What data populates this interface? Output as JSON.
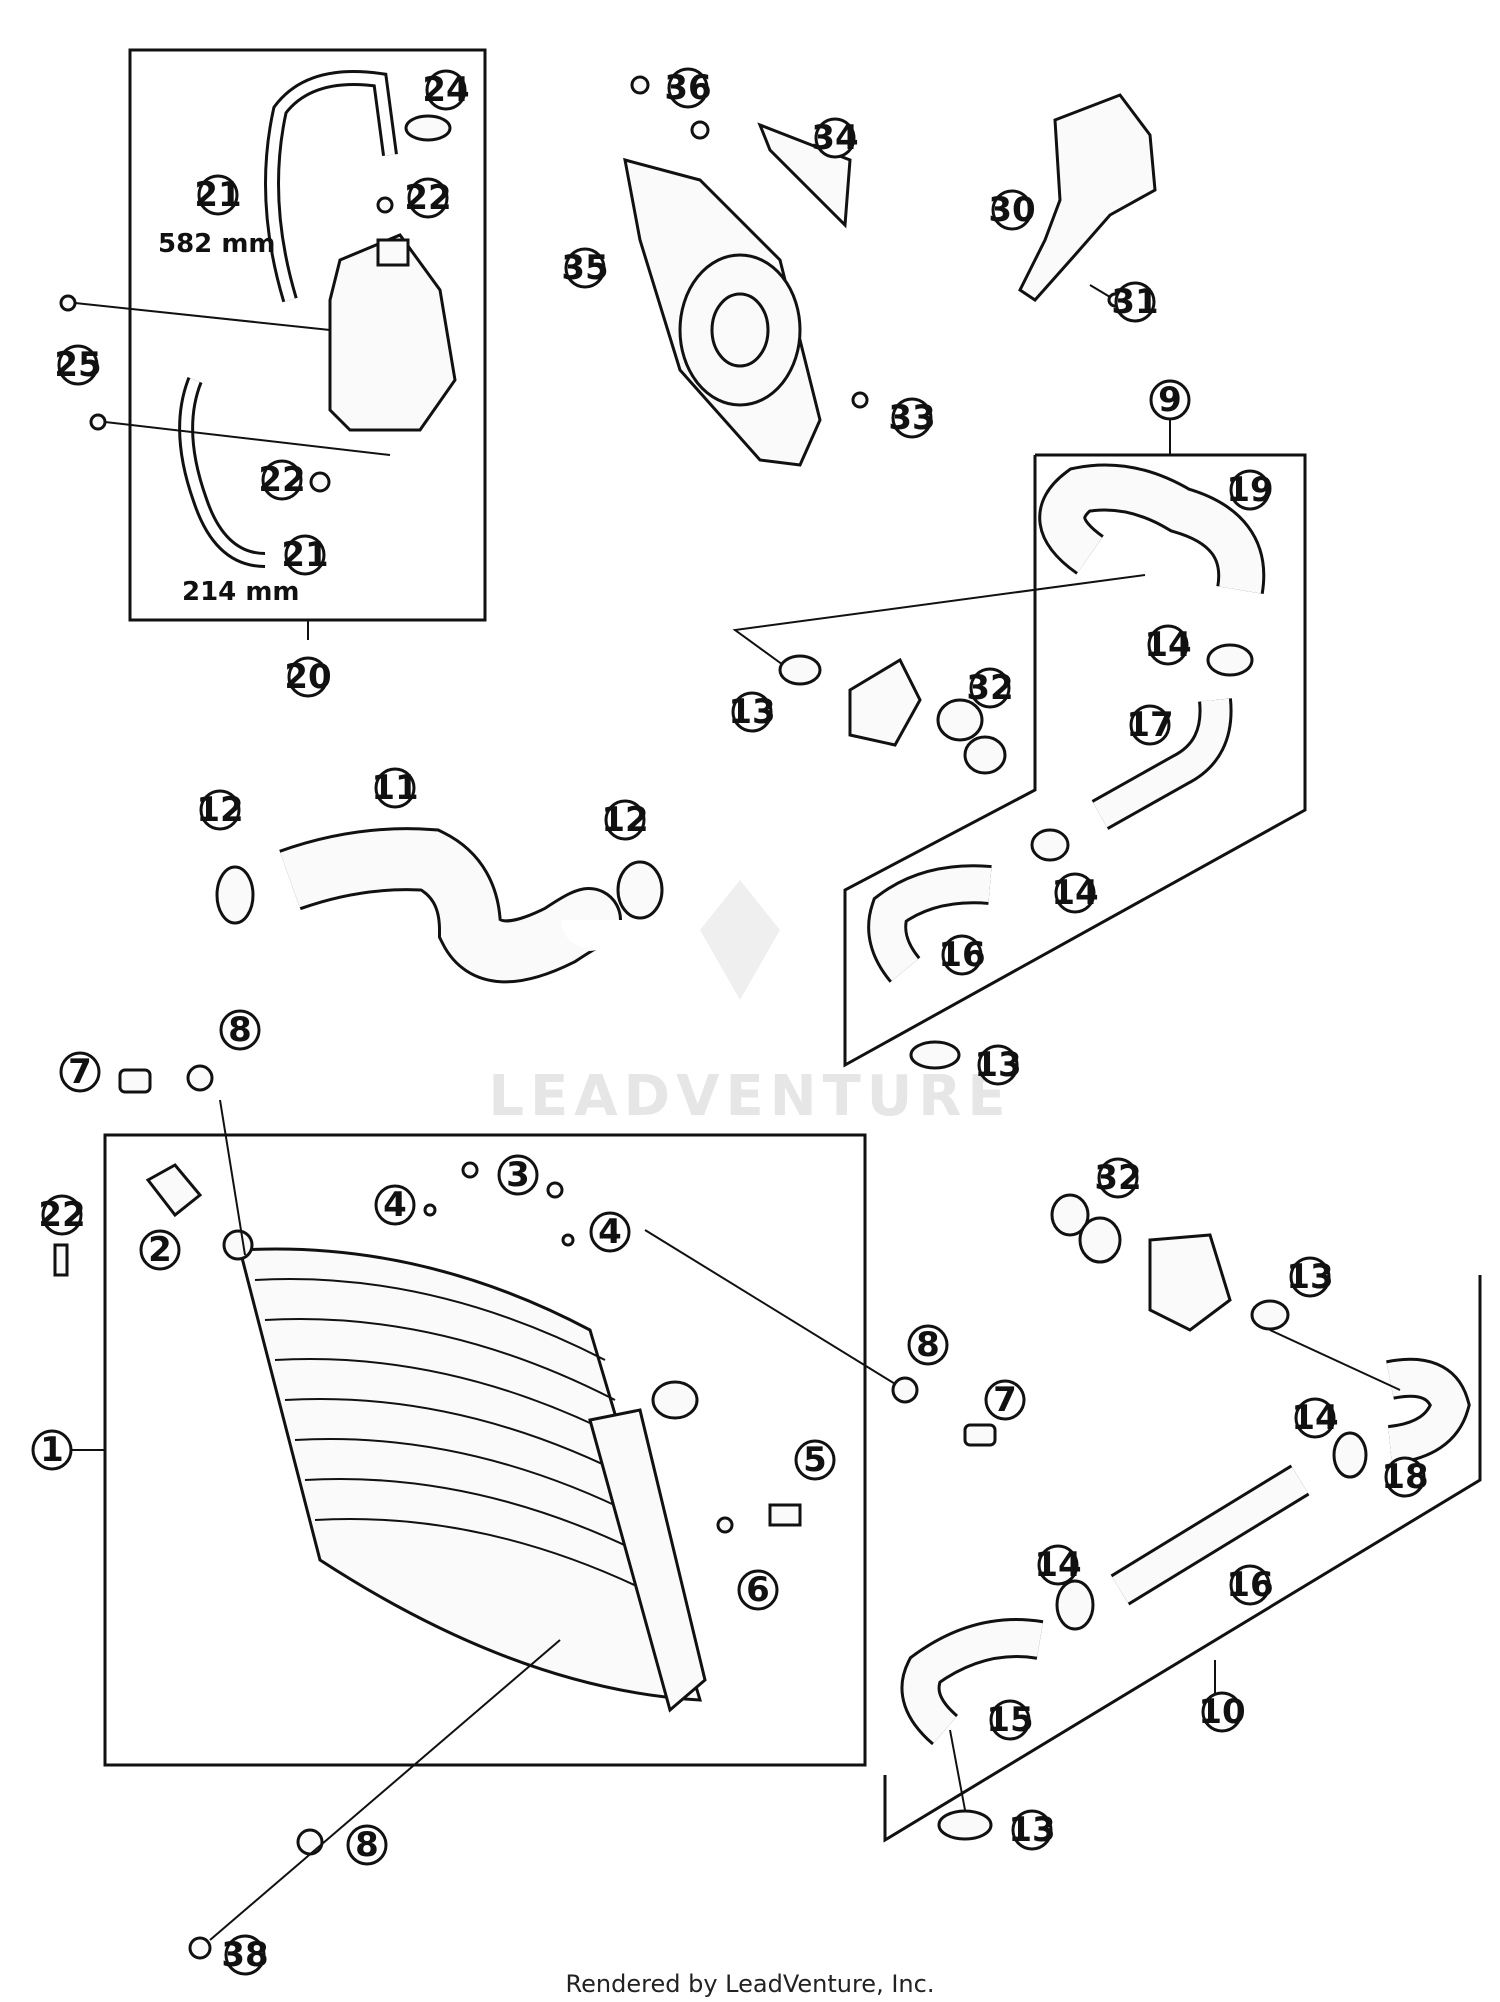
{
  "dimensions": {
    "hose_upper": "582 mm",
    "hose_lower": "214 mm"
  },
  "watermark": "LEADVENTURE",
  "footer": "Rendered by LeadVenture, Inc.",
  "callouts": {
    "c1": "1",
    "c2": "2",
    "c3": "3",
    "c4a": "4",
    "c4b": "4",
    "c5": "5",
    "c6": "6",
    "c7a": "7",
    "c7b": "7",
    "c8a": "8",
    "c8b": "8",
    "c8c": "8",
    "c9": "9",
    "c10": "10",
    "c11": "11",
    "c12a": "12",
    "c12b": "12",
    "c13a": "13",
    "c13b": "13",
    "c13c": "13",
    "c13d": "13",
    "c14a": "14",
    "c14b": "14",
    "c14c": "14",
    "c14d": "14",
    "c15": "15",
    "c16a": "16",
    "c16b": "16",
    "c17": "17",
    "c18": "18",
    "c19": "19",
    "c20": "20",
    "c21a": "21",
    "c21b": "21",
    "c22a": "22",
    "c22b": "22",
    "c22c": "22",
    "c24": "24",
    "c25": "25",
    "c30": "30",
    "c31": "31",
    "c32a": "32",
    "c32b": "32",
    "c33": "33",
    "c34": "34",
    "c35": "35",
    "c36": "36",
    "c38": "38"
  }
}
